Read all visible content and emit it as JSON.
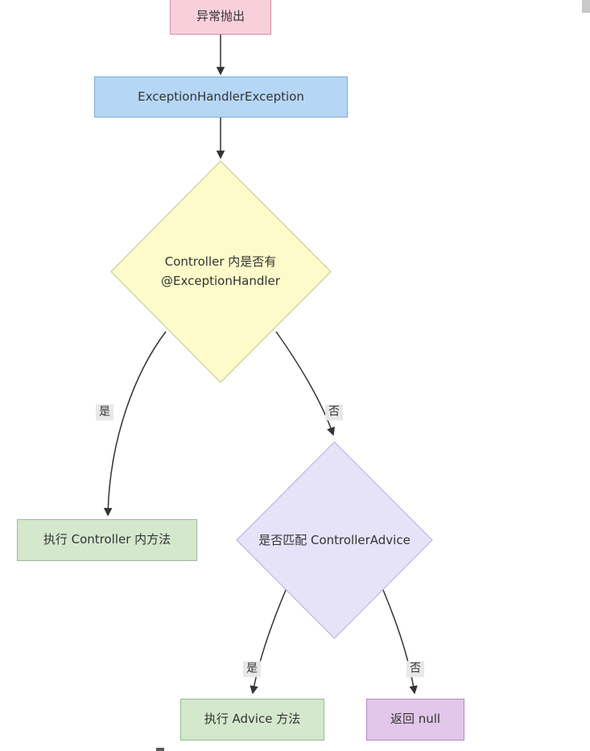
{
  "flowchart": {
    "nodes": {
      "exception_thrown": {
        "label": "异常抛出"
      },
      "exception_handler_exception": {
        "label": "ExceptionHandlerException"
      },
      "controller_has_handler": {
        "label_line1": "Controller 内是否有",
        "label_line2": "@ExceptionHandler"
      },
      "run_controller_method": {
        "label": "执行 Controller 内方法"
      },
      "match_controller_advice": {
        "label": "是否匹配 ControllerAdvice"
      },
      "run_advice_method": {
        "label": "执行 Advice 方法"
      },
      "return_null": {
        "label": "返回 null"
      }
    },
    "edges": {
      "yes_1": {
        "label": "是"
      },
      "no_1": {
        "label": "否"
      },
      "yes_2": {
        "label": "是"
      },
      "no_2": {
        "label": "否"
      }
    },
    "colors": {
      "exception_thrown_fill": "#f8d0dc",
      "exception_thrown_border": "#cf91a3",
      "handler_fill": "#b5d7f5",
      "handler_border": "#84a7cf",
      "decision1_fill": "#fcfbc9",
      "decision1_border": "#c5c48c",
      "action_fill": "#d3e8cd",
      "action_border": "#96bb96",
      "decision2_fill": "#e6e2f8",
      "decision2_border": "#b6aede",
      "return_fill": "#e2c7ea",
      "return_border": "#b288c0",
      "edge_stroke": "#333333",
      "edge_label_bg": "#e8e8e8",
      "text": "#333333",
      "background": "#ffffff"
    }
  }
}
